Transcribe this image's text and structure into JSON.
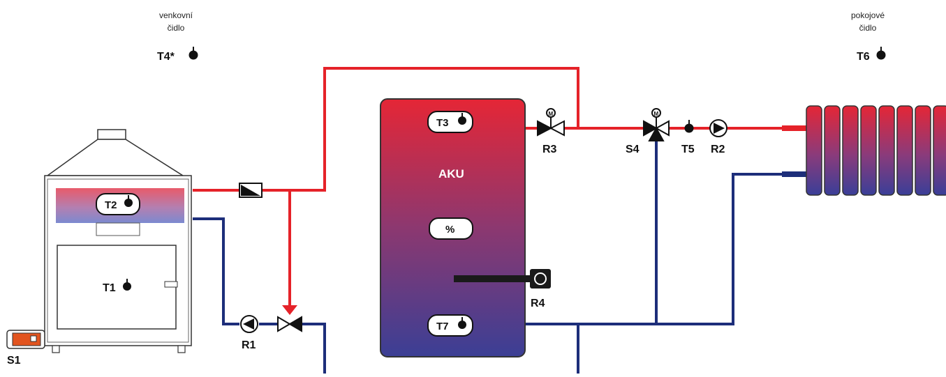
{
  "colors": {
    "hot": "#e52229",
    "cold": "#1d2e7a",
    "outline": "#111111",
    "tank_top": "#e52636",
    "tank_bottom": "#3b3f95",
    "burner": "#e2541f"
  },
  "sensors": {
    "outdoor": {
      "line1": "venkovní",
      "line2": "čidlo",
      "code": "T4*"
    },
    "room": {
      "line1": "pokojové",
      "line2": "čidlo",
      "code": "T6"
    },
    "t1": "T1",
    "t2": "T2",
    "t3": "T3",
    "t5": "T5",
    "t7": "T7"
  },
  "tank": {
    "label": "AKU",
    "percent": "%"
  },
  "devices": {
    "s1": "S1",
    "r1": "R1",
    "r2": "R2",
    "r3": "R3",
    "r4": "R4",
    "s4": "S4"
  },
  "icons": {
    "sensor": "temperature-sensor-icon",
    "pump": "pump-icon",
    "valve": "valve-icon",
    "motor": "motor-icon",
    "heater": "electric-heater-icon",
    "check_valve": "check-valve-icon"
  }
}
